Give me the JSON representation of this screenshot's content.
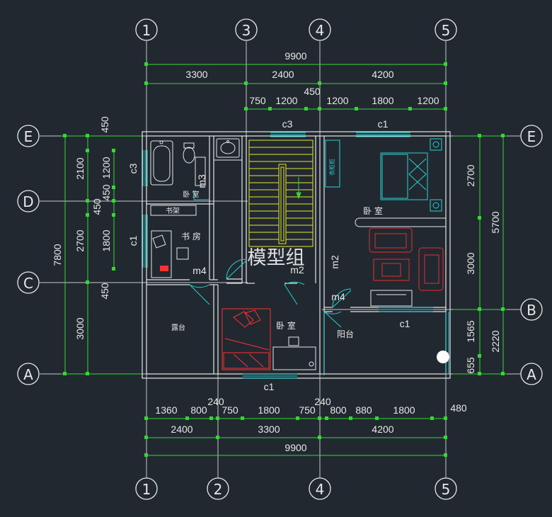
{
  "axes_top": [
    "1",
    "3",
    "4",
    "5"
  ],
  "axes_bottom": [
    "1",
    "2",
    "4",
    "5"
  ],
  "axes_left": [
    "E",
    "D",
    "C",
    "A"
  ],
  "axes_right": [
    "E",
    "B",
    "A"
  ],
  "top_dims": {
    "total": "9900",
    "row2": [
      "3300",
      "2400",
      "4200"
    ],
    "row3": [
      "750",
      "1200",
      "450",
      "1200",
      "1800",
      "1200"
    ]
  },
  "bottom_dims": {
    "row1": [
      "240",
      "240",
      "1360",
      "800",
      "750",
      "1800",
      "750",
      "800",
      "880",
      "1800",
      "480"
    ],
    "row2": [
      "2400",
      "3300",
      "4200"
    ],
    "total": "9900"
  },
  "left_dims": {
    "outer": "7800",
    "mid": [
      "450",
      "2100",
      "450",
      "2700",
      "450",
      "3000"
    ],
    "inner": [
      "1200",
      "450",
      "1800"
    ]
  },
  "right_dims": {
    "inner": [
      "2700",
      "3000",
      "1565",
      "655"
    ],
    "outer": [
      "5700",
      "2220"
    ]
  },
  "openings": {
    "window_c3_top": "c3",
    "window_c1_top": "c1",
    "window_c3_left": "c3",
    "window_c1_left": "c1",
    "window_c1_bottom": "c1",
    "window_c1_balcony": "c1",
    "door_m3": "m3",
    "door_m4_study": "m4",
    "door_m2_stair": "m2",
    "door_m2_bedroom": "m2",
    "door_m4_bedroom": "m4"
  },
  "rooms": {
    "bath": "卧 室",
    "study": "书 房",
    "shelf": "书架",
    "terrace": "露台",
    "bedroom_small": "卧 室",
    "bedroom_large": "卧 室",
    "balcony": "阳台",
    "wardrobe": "衣柜柜"
  },
  "watermark": "模型组"
}
